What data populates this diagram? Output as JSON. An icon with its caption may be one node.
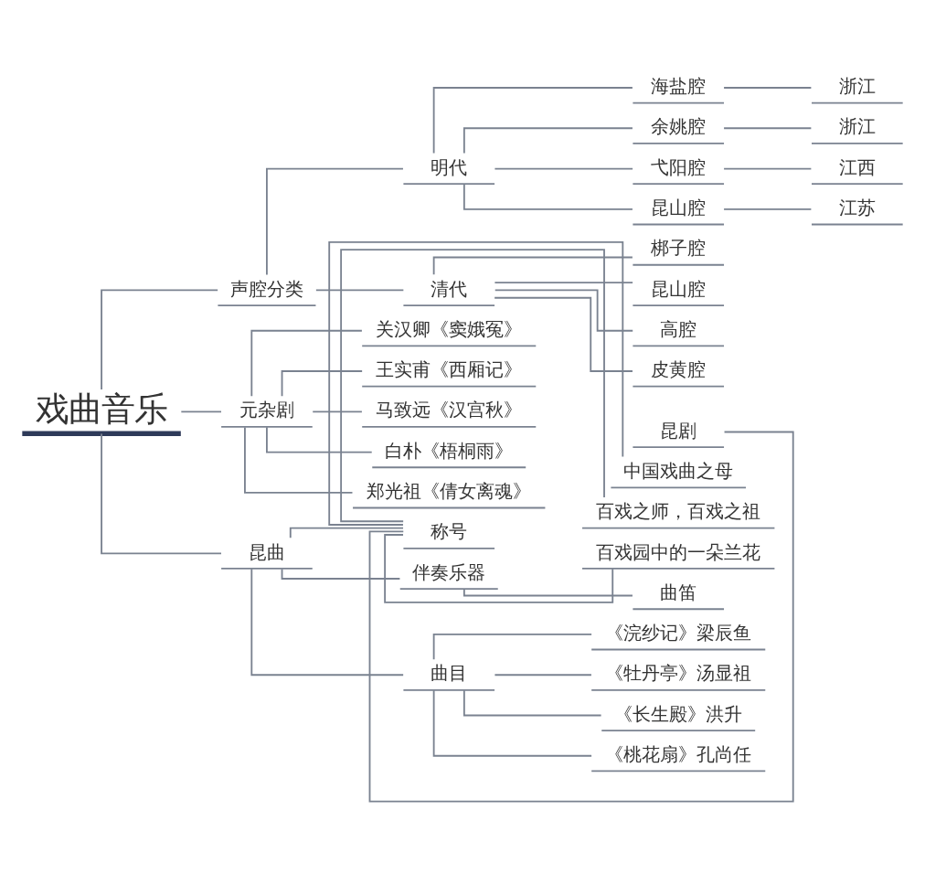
{
  "diagram": {
    "nodes": [
      {
        "text": [
          "戏曲音乐"
        ]
      },
      {
        "text": [
          "声腔分类"
        ]
      },
      {
        "text": [
          "明代"
        ]
      },
      {
        "text": [
          "海盐腔"
        ]
      },
      {
        "text": [
          "浙江"
        ]
      },
      {
        "text": [
          "余姚腔"
        ]
      },
      {
        "text": [
          "浙江"
        ]
      },
      {
        "text": [
          "弋阳腔"
        ]
      },
      {
        "text": [
          "江西"
        ]
      },
      {
        "text": [
          "昆山腔"
        ]
      },
      {
        "text": [
          "江苏"
        ]
      },
      {
        "text": [
          "清代"
        ]
      },
      {
        "text": [
          "梆子腔"
        ]
      },
      {
        "text": [
          "昆山腔"
        ]
      },
      {
        "text": [
          "高腔"
        ]
      },
      {
        "text": [
          "皮黄腔"
        ]
      },
      {
        "text": [
          "元杂剧"
        ]
      },
      {
        "text": [
          "关汉卿《窦娥冤》"
        ]
      },
      {
        "text": [
          "王实甫《西厢记》"
        ]
      },
      {
        "text": [
          "马致远《汉宫秋》"
        ]
      },
      {
        "text": [
          "白朴《梧桐雨》"
        ]
      },
      {
        "text": [
          "郑光祖《倩女离魂》"
        ]
      },
      {
        "text": [
          "昆曲"
        ]
      },
      {
        "text": [
          "称号"
        ]
      },
      {
        "text": [
          "昆剧"
        ]
      },
      {
        "text": [
          "中国戏曲之母"
        ]
      },
      {
        "text": [
          "百戏之师，百戏之祖"
        ]
      },
      {
        "text": [
          "百戏园中的一朵兰花"
        ]
      },
      {
        "text": [
          "伴奏乐器"
        ]
      },
      {
        "text": [
          "曲笛"
        ]
      },
      {
        "text": [
          "曲目"
        ]
      },
      {
        "text": [
          "《浣纱记》梁辰鱼"
        ]
      },
      {
        "text": [
          "《牡丹亭》汤显祖"
        ]
      },
      {
        "text": [
          "《长生殿》洪升"
        ]
      },
      {
        "text": [
          "《桃花扇》孔尚任"
        ]
      }
    ],
    "edges": [
      {
        "from": 0,
        "to": 1,
        "arrow": "none"
      },
      {
        "from": 1,
        "to": 2,
        "arrow": "none"
      },
      {
        "from": 2,
        "to": 3,
        "arrow": "none"
      },
      {
        "from": 3,
        "to": 4,
        "arrow": "none"
      },
      {
        "from": 2,
        "to": 5,
        "arrow": "none"
      },
      {
        "from": 5,
        "to": 6,
        "arrow": "none"
      },
      {
        "from": 2,
        "to": 7,
        "arrow": "none"
      },
      {
        "from": 7,
        "to": 8,
        "arrow": "none"
      },
      {
        "from": 2,
        "to": 9,
        "arrow": "none"
      },
      {
        "from": 9,
        "to": 10,
        "arrow": "none"
      },
      {
        "from": 1,
        "to": 11,
        "arrow": "none"
      },
      {
        "from": 11,
        "to": 12,
        "arrow": "none"
      },
      {
        "from": 11,
        "to": 13,
        "arrow": "none"
      },
      {
        "from": 11,
        "to": 14,
        "arrow": "none"
      },
      {
        "from": 11,
        "to": 15,
        "arrow": "none"
      },
      {
        "from": 0,
        "to": 16,
        "arrow": "none"
      },
      {
        "from": 16,
        "to": 17,
        "arrow": "none"
      },
      {
        "from": 16,
        "to": 18,
        "arrow": "none"
      },
      {
        "from": 16,
        "to": 19,
        "arrow": "none"
      },
      {
        "from": 16,
        "to": 20,
        "arrow": "none"
      },
      {
        "from": 16,
        "to": 21,
        "arrow": "none"
      },
      {
        "from": 0,
        "to": 22,
        "arrow": "none"
      },
      {
        "from": 22,
        "to": 23,
        "arrow": "none"
      },
      {
        "from": 23,
        "to": 24,
        "arrow": "none"
      },
      {
        "from": 23,
        "to": 25,
        "arrow": "none"
      },
      {
        "from": 23,
        "to": 26,
        "arrow": "none"
      },
      {
        "from": 23,
        "to": 27,
        "arrow": "none"
      },
      {
        "from": 22,
        "to": 28,
        "arrow": "none"
      },
      {
        "from": 28,
        "to": 29,
        "arrow": "none"
      },
      {
        "from": 22,
        "to": 30,
        "arrow": "none"
      },
      {
        "from": 30,
        "to": 31,
        "arrow": "none"
      },
      {
        "from": 30,
        "to": 32,
        "arrow": "none"
      },
      {
        "from": 30,
        "to": 33,
        "arrow": "none"
      },
      {
        "from": 30,
        "to": 34,
        "arrow": "none"
      }
    ]
  }
}
